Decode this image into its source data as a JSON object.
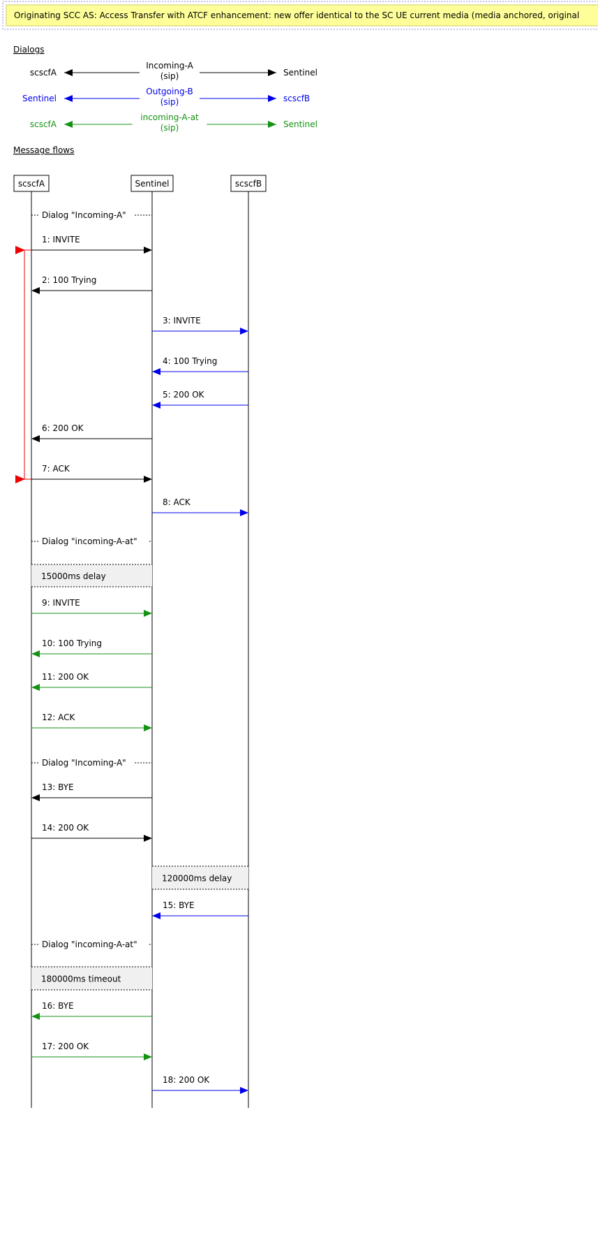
{
  "title_banner": {
    "text": "Originating SCC AS: Access Transfer with ATCF enhancement: new offer identical to the SC UE current media (media anchored, original",
    "bg": "#ffff99"
  },
  "sections": {
    "dialogs_heading": "Dialogs",
    "flows_heading": "Message flows"
  },
  "colors": {
    "black": "#000000",
    "blue": "#0000ee",
    "green": "#149214",
    "red": "#ee0000",
    "note_bg": "#f0f0f0"
  },
  "dialogs": [
    {
      "left": "scscfA",
      "name": "Incoming-A",
      "proto": "(sip)",
      "right": "Sentinel",
      "color": "#000000"
    },
    {
      "left": "Sentinel",
      "name": "Outgoing-B",
      "proto": "(sip)",
      "right": "scscfB",
      "color": "#0000ee"
    },
    {
      "left": "scscfA",
      "name": "incoming-A-at",
      "proto": "(sip)",
      "right": "Sentinel",
      "color": "#149214"
    }
  ],
  "participants": [
    "scscfA",
    "Sentinel",
    "scscfB"
  ],
  "dialog_markers": [
    {
      "label": "Dialog \"Incoming-A\""
    },
    {
      "label": "Dialog \"incoming-A-at\""
    },
    {
      "label": "Dialog \"Incoming-A\""
    },
    {
      "label": "Dialog \"incoming-A-at\""
    }
  ],
  "notes": [
    {
      "label": "15000ms delay"
    },
    {
      "label": "120000ms delay"
    },
    {
      "label": "180000ms timeout"
    }
  ],
  "messages": [
    {
      "label": "1: INVITE",
      "from": "scscfA",
      "to": "Sentinel",
      "color": "#000000"
    },
    {
      "label": "2: 100 Trying",
      "from": "Sentinel",
      "to": "scscfA",
      "color": "#000000"
    },
    {
      "label": "3: INVITE",
      "from": "Sentinel",
      "to": "scscfB",
      "color": "#0000ee"
    },
    {
      "label": "4: 100 Trying",
      "from": "scscfB",
      "to": "Sentinel",
      "color": "#0000ee"
    },
    {
      "label": "5: 200 OK",
      "from": "scscfB",
      "to": "Sentinel",
      "color": "#0000ee"
    },
    {
      "label": "6: 200 OK",
      "from": "Sentinel",
      "to": "scscfA",
      "color": "#000000"
    },
    {
      "label": "7: ACK",
      "from": "scscfA",
      "to": "Sentinel",
      "color": "#000000"
    },
    {
      "label": "8: ACK",
      "from": "Sentinel",
      "to": "scscfB",
      "color": "#0000ee"
    },
    {
      "label": "9: INVITE",
      "from": "scscfA",
      "to": "Sentinel",
      "color": "#149214"
    },
    {
      "label": "10: 100 Trying",
      "from": "Sentinel",
      "to": "scscfA",
      "color": "#149214"
    },
    {
      "label": "11: 200 OK",
      "from": "Sentinel",
      "to": "scscfA",
      "color": "#149214"
    },
    {
      "label": "12: ACK",
      "from": "scscfA",
      "to": "Sentinel",
      "color": "#149214"
    },
    {
      "label": "13: BYE",
      "from": "Sentinel",
      "to": "scscfA",
      "color": "#000000"
    },
    {
      "label": "14: 200 OK",
      "from": "scscfA",
      "to": "Sentinel",
      "color": "#000000"
    },
    {
      "label": "15: BYE",
      "from": "scscfB",
      "to": "Sentinel",
      "color": "#0000ee"
    },
    {
      "label": "16: BYE",
      "from": "Sentinel",
      "to": "scscfA",
      "color": "#149214"
    },
    {
      "label": "17: 200 OK",
      "from": "scscfA",
      "to": "Sentinel",
      "color": "#149214"
    },
    {
      "label": "18: 200 OK",
      "from": "Sentinel",
      "to": "scscfB",
      "color": "#0000ee"
    }
  ],
  "timer": {
    "color": "#ee0000",
    "from_message": 1,
    "to_message": 7
  }
}
